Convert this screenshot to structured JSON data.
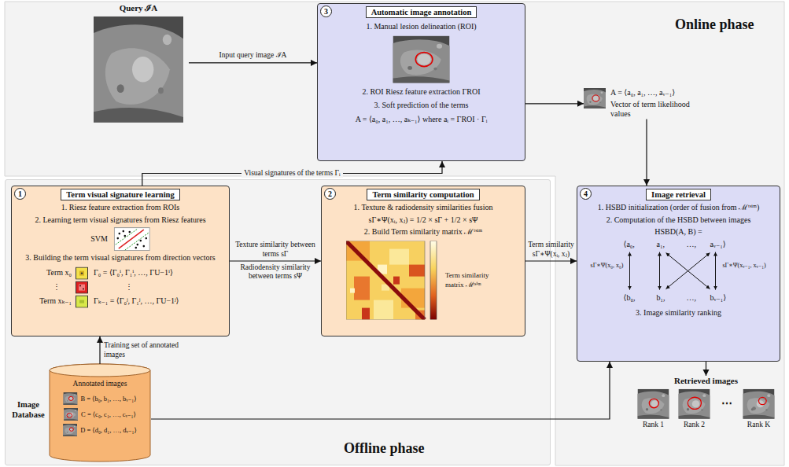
{
  "diagram": {
    "nodes": [
      {
        "text": [
          "Online phase"
        ]
      },
      {
        "text": [
          "Query ℐA"
        ],
        "in": 0
      },
      {
        "text": [
          "Automatic image annotation",
          "1. Manual lesion delineation (ROI)",
          "2. ROI Riesz feature extraction ΓROI",
          "3. Soft prediction of the terms",
          "A = ⟨a₀, a₁, …, aₖ₋₁⟩ where aᵢ = ΓROI · Γᵢ"
        ],
        "in": 0
      },
      {
        "text": [
          "A = ⟨a₀, a₁, …, aᵥ₋₁⟩",
          "Vector of term likelihood values"
        ],
        "in": 0
      },
      {
        "text": [
          "Image retrieval",
          "1. HSBD initialization (order of fusion from ℳᵗˢⁱᵐ)",
          "2. Computation of the HSBD between images",
          "HSBD(A, B) =",
          "⟨a₀,",
          "a₁,",
          "…,",
          "aᵥ₋₁⟩",
          "⟨b₀,",
          "b₁,",
          "…,",
          "bᵥ₋₁⟩",
          "sΓ∗Ψ(x₀, x₀)",
          "sΓ∗Ψ(xᵥ₋₁, xᵥ₋₁)",
          "3. Image similarity ranking"
        ],
        "in": 0
      },
      {
        "text": [
          "Retrieved images",
          "Rank 1",
          "Rank 2",
          "⋯",
          "Rank K"
        ],
        "in": 0
      },
      {
        "text": [
          "Offline phase"
        ]
      },
      {
        "text": [
          "Term visual signature learning",
          "1. Riesz feature extraction from ROIs",
          "2. Learning term visual signatures from Riesz features",
          "SVM",
          "3. Building the term visual signatures from direction vectors",
          "Term x₀",
          "Γ₀ = ⟨Γ₀ⁱ, Γ₁ⁱ, …, ΓU−1ⁱ⟩",
          "⋮",
          "⋮",
          "Term xₖ₋₁",
          "Γₖ₋₁ = ⟨Γ₀ʲ, Γ₁ʲ, …, ΓU−1ʲ⟩"
        ],
        "in": 6
      },
      {
        "text": [
          "Term similarity computation",
          "1. Texture & radiodensity similarities fusion",
          "sΓ∗Ψ(xᵢ, xⱼ) = 1/2 × sΓ + 1/2 × sΨ",
          "2. Build Term similarity matrix ℳᵗˢⁱᵐ",
          "Term similarity matrix ℳᵗˢⁱᵐ"
        ],
        "in": 6
      },
      {
        "text": [
          "Image Database",
          "Annotated images",
          "B = ⟨b₀, b₁, …, bᵥ₋₁⟩",
          "C = ⟨c₀, c₁, …, cᵥ₋₁⟩",
          "D = ⟨d₀, d₁, …, dᵥ₋₁⟩"
        ],
        "in": 6
      }
    ],
    "edges": [
      {
        "from": 1,
        "to": 2,
        "label": "Input query image ℐA",
        "arrow": "to"
      },
      {
        "from": 2,
        "to": 3,
        "arrow": "to"
      },
      {
        "from": 3,
        "to": 4,
        "arrow": "to"
      },
      {
        "from": 7,
        "to": 2,
        "label": "Visual signatures of the terms Γᵢ",
        "arrow": "to"
      },
      {
        "from": 7,
        "to": 8,
        "label": "Texture similarity between terms sΓ",
        "arrow": "to"
      },
      {
        "from": 8,
        "to": 4,
        "label": "Term similarity sΓ∗Ψ(xᵢ, xⱼ)",
        "arrow": "to"
      },
      {
        "from": 9,
        "to": 7,
        "label": "Training set of annotated images",
        "arrow": "to"
      },
      {
        "from": 9,
        "to": 4,
        "arrow": "to"
      },
      {
        "from": 4,
        "to": 5,
        "arrow": "to"
      }
    ],
    "labels": [
      "1",
      "2",
      "3",
      "4",
      "Radiodensity similarity between terms sΨ"
    ]
  }
}
